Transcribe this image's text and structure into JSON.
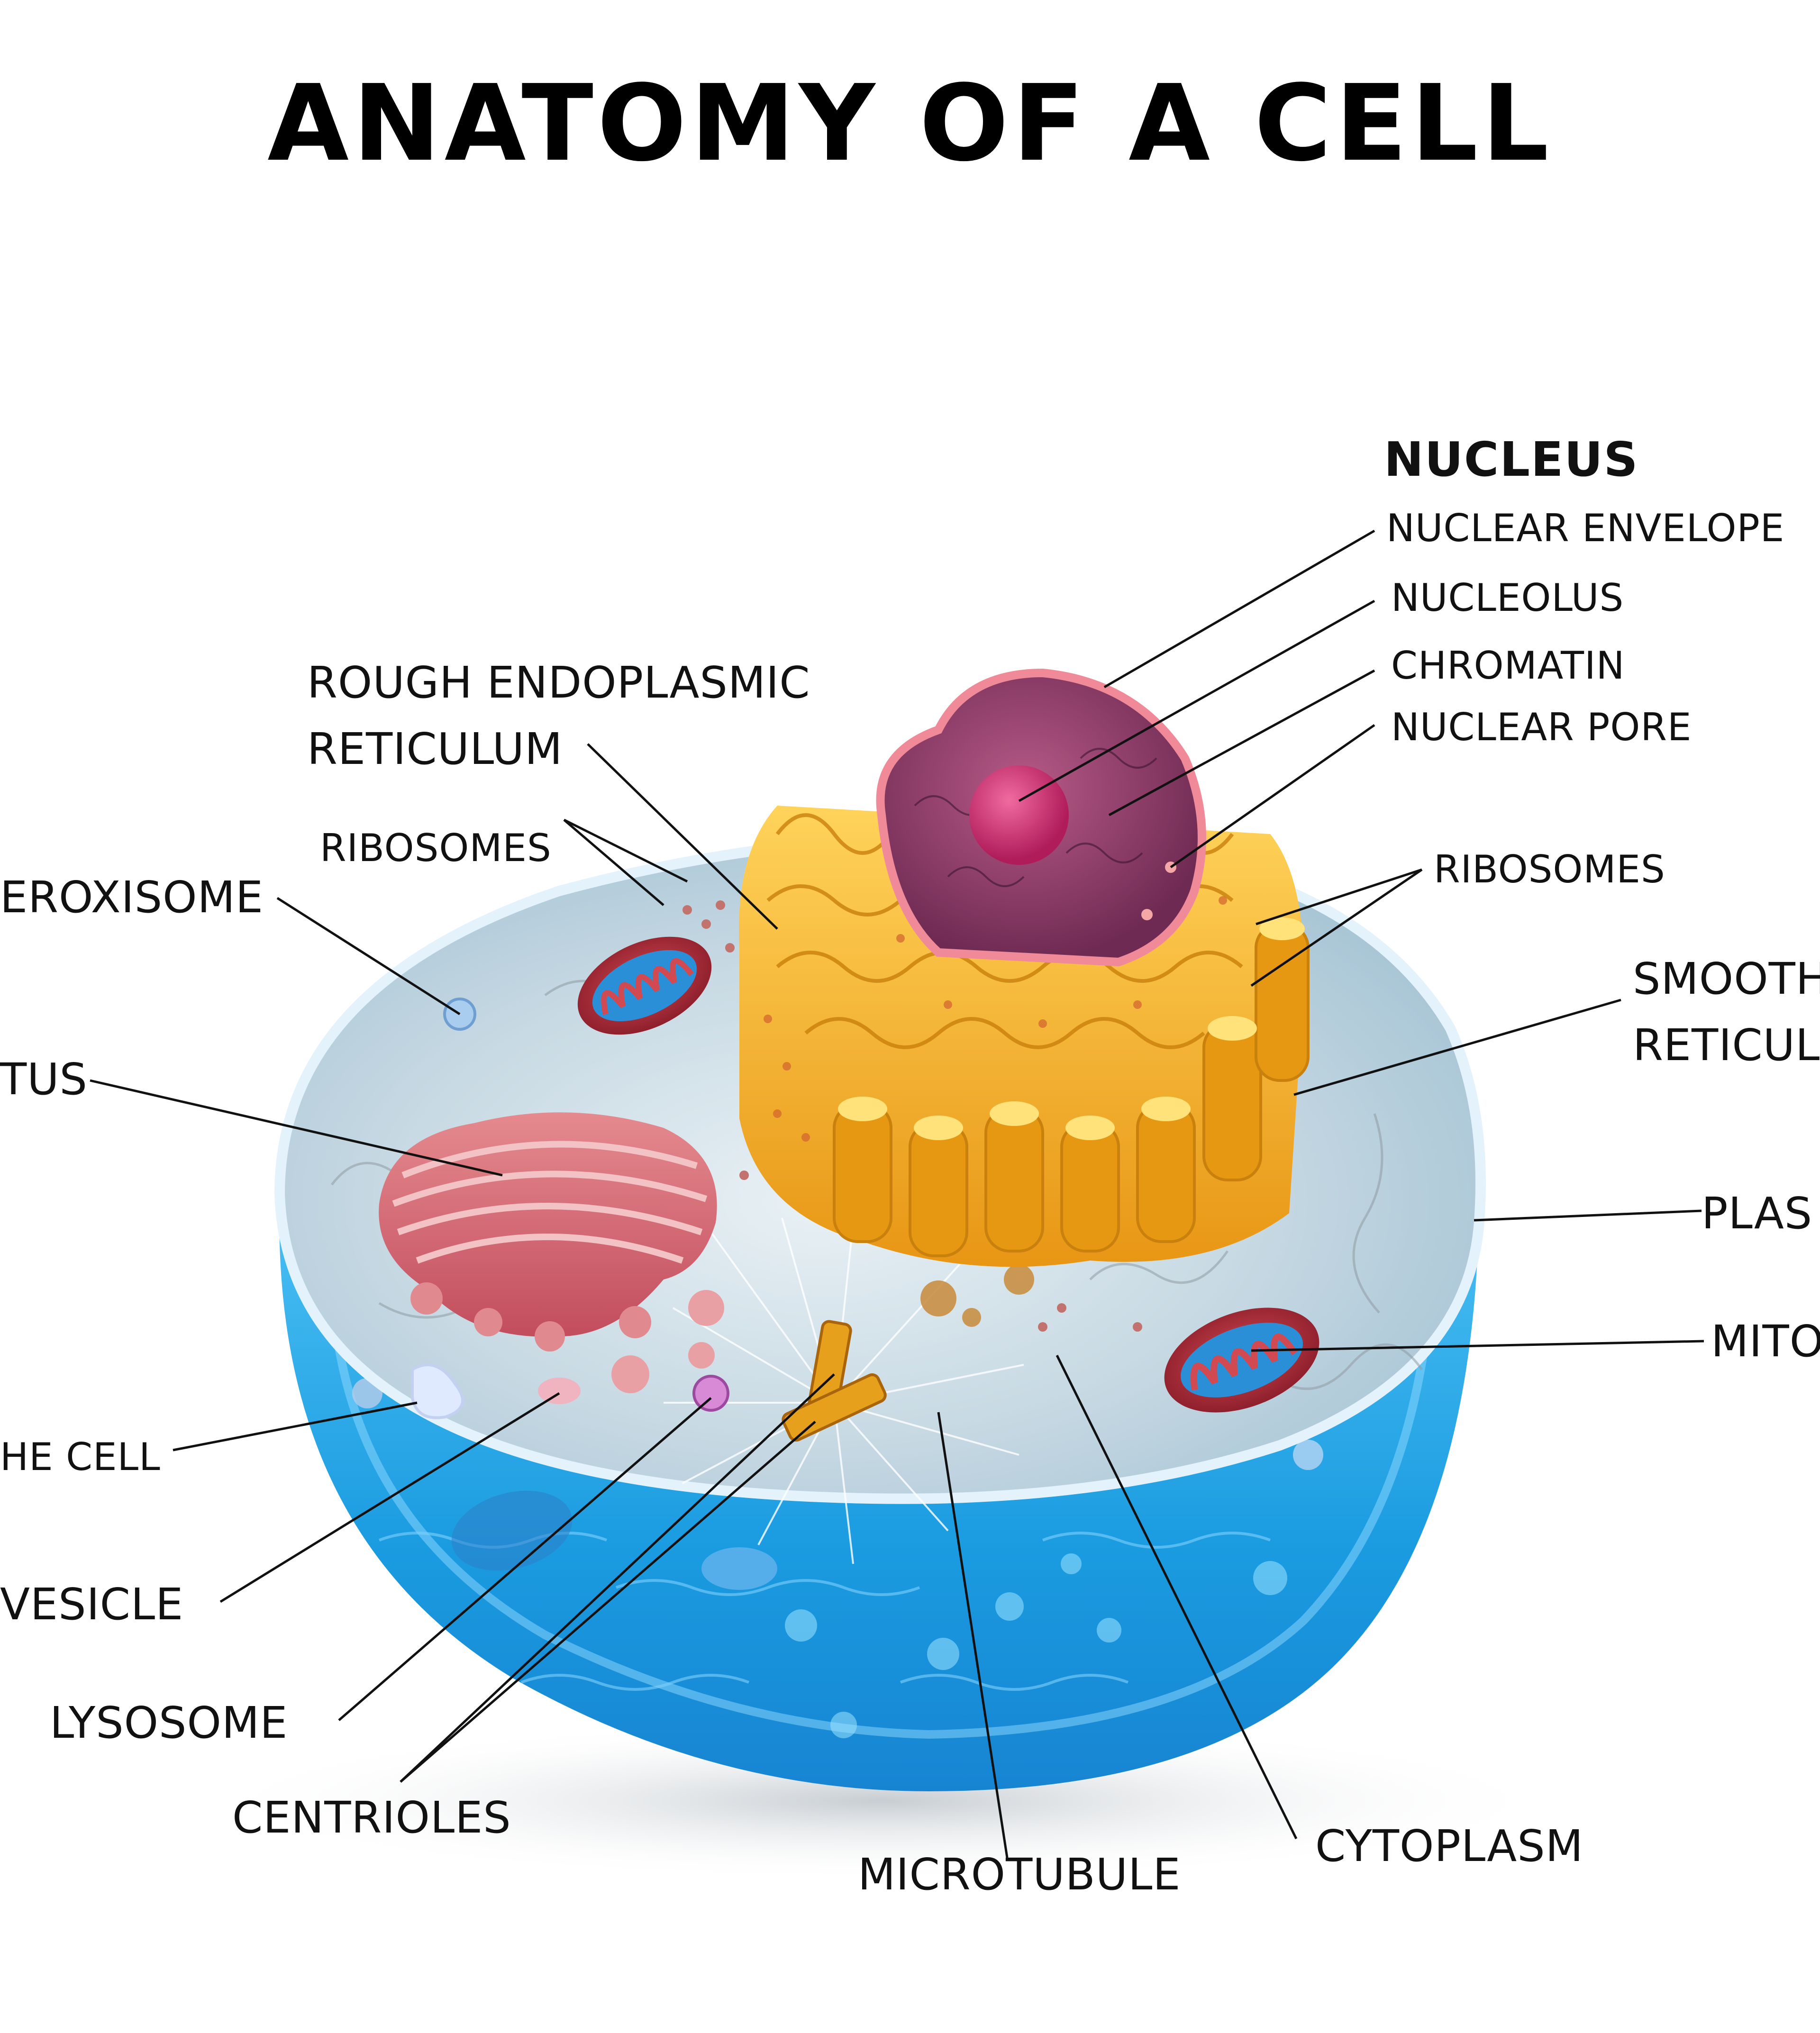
{
  "title": "ANATOMY OF A CELL",
  "labels": {
    "nucleus": "NUCLEUS",
    "nuclear_envelope": "NUCLEAR ENVELOPE",
    "nucleolus": "NUCLEOLUS",
    "chromatin": "CHROMATIN",
    "nuclear_pore": "NUCLEAR PORE",
    "rough_er_line1": "ROUGH ENDOPLASMIC",
    "rough_er_line2": "RETICULUM",
    "ribosomes_left": "RIBOSOMES",
    "ribosomes_right": "RIBOSOMES",
    "peroxisome": "EROXISOME",
    "golgi": "TUS",
    "smooth_er_line1": "SMOOTH",
    "smooth_er_line2": "RETICUL",
    "plasma_membrane": "PLAS",
    "mitochondria": "MITO",
    "cell_edge": "HE CELL",
    "vesicle": "VESICLE",
    "lysosome": "LYSOSOME",
    "centrioles": "CENTRIOLES",
    "microtubule": "MICROTUBULE",
    "cytoplasm": "CYTOPLASM"
  },
  "colors": {
    "cell_blue": "#1fa3e6",
    "cell_top": "#c9dbe4",
    "er_orange": "#f0a820",
    "nucleus_purple": "#8a3e66",
    "golgi_pink": "#d06470",
    "mito_red": "#b8343c",
    "leader_line": "#111111"
  }
}
